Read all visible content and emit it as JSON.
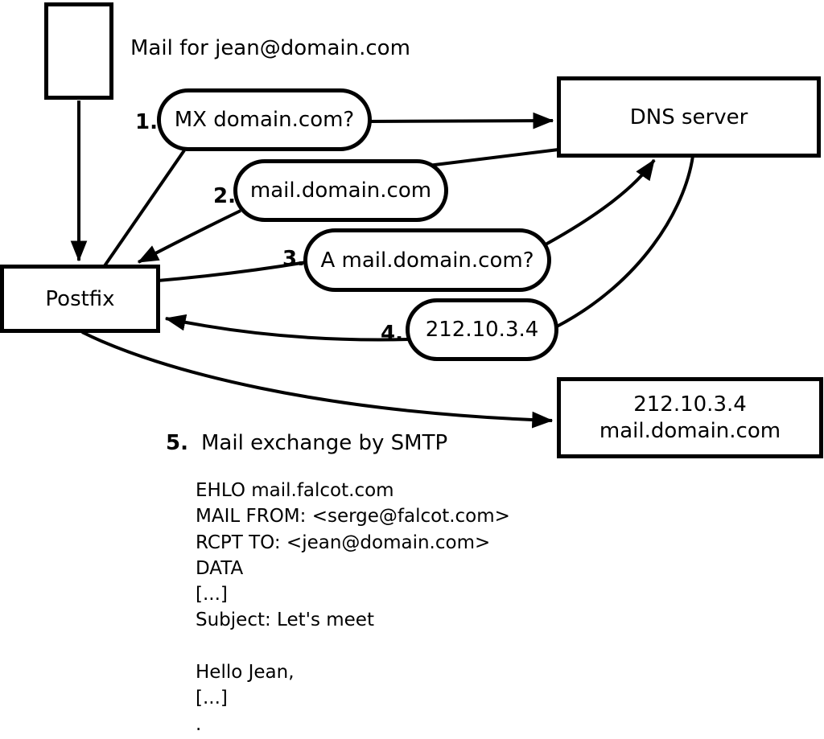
{
  "diagram": {
    "background_color": "#ffffff",
    "stroke_color": "#000000",
    "intro_label": "Mail for jean@domain.com",
    "nodes": {
      "postfix": {
        "label": "Postfix"
      },
      "dns": {
        "label": "DNS server"
      },
      "mail_server": {
        "line1": "212.10.3.4",
        "line2": "mail.domain.com"
      }
    },
    "steps": [
      {
        "num": "1.",
        "label": "MX domain.com?"
      },
      {
        "num": "2.",
        "label": "mail.domain.com"
      },
      {
        "num": "3.",
        "label": "A mail.domain.com?"
      },
      {
        "num": "4.",
        "label": "212.10.3.4"
      },
      {
        "num": "5.",
        "label": "Mail exchange by SMTP"
      }
    ],
    "smtp_session": "EHLO mail.falcot.com\nMAIL FROM: <serge@falcot.com>\nRCPT TO: <jean@domain.com>\nDATA\n[...]\nSubject: Let's meet\n\nHello Jean,\n[...]\n."
  }
}
